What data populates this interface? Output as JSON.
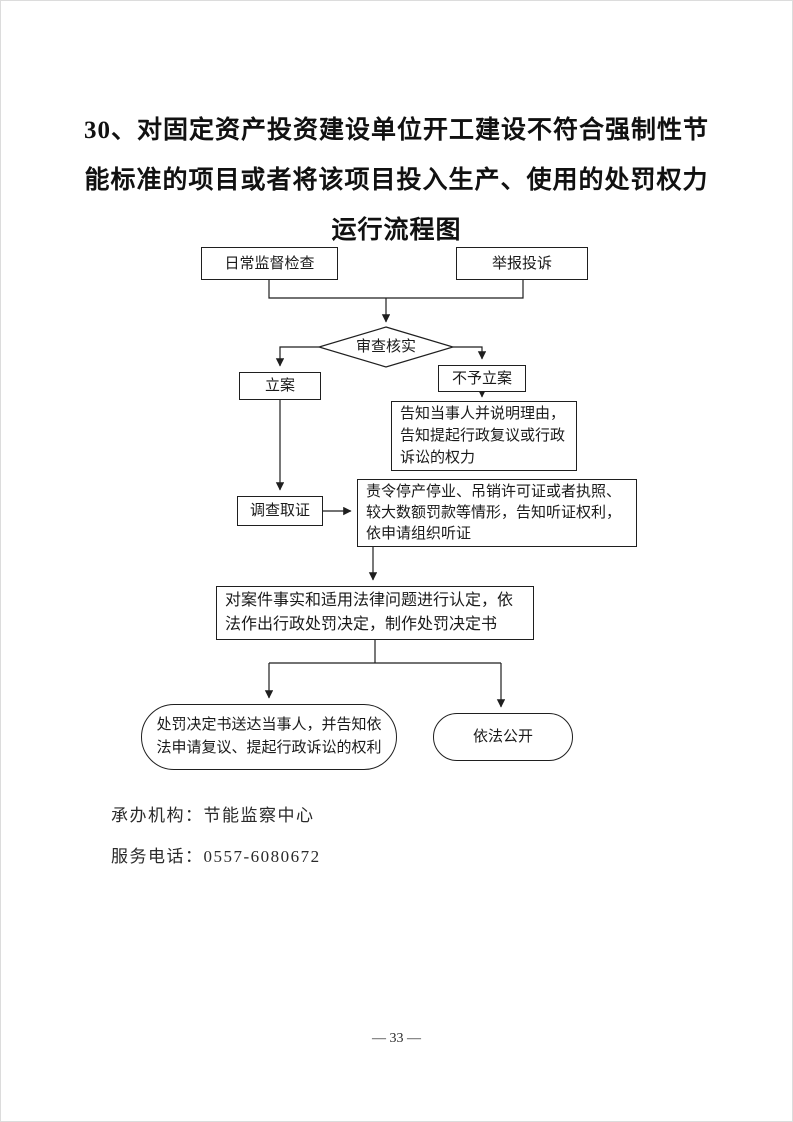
{
  "page": {
    "title_lines": [
      "30、对固定资产投资建设单位开工建设不符合强制性节",
      "能标准的项目或者将该项目投入生产、使用的处罚权力",
      "运行流程图"
    ],
    "page_number": "— 33 —"
  },
  "flowchart": {
    "nodes": {
      "daily_supervision": "日常监督检查",
      "report_complaint": "举报投诉",
      "review_verify": "审查核实",
      "file_case": "立案",
      "no_file_case": "不予立案",
      "inform_parties": "告知当事人并说明理由，告知提起行政复议或行政诉讼的权力",
      "investigate": "调查取证",
      "hearing_notice": "责令停产停业、吊销许可证或者执照、较大数额罚款等情形，告知听证权利，依申请组织听证",
      "decision": "对案件事实和适用法律问题进行认定，依法作出行政处罚决定，制作处罚决定书",
      "deliver_decision": "处罚决定书送达当事人，并告知依法申请复议、提起行政诉讼的权利",
      "public_disclosure": "依法公开"
    }
  },
  "footer": {
    "agency": "承办机构：节能监察中心",
    "phone": "服务电话：0557-6080672"
  }
}
